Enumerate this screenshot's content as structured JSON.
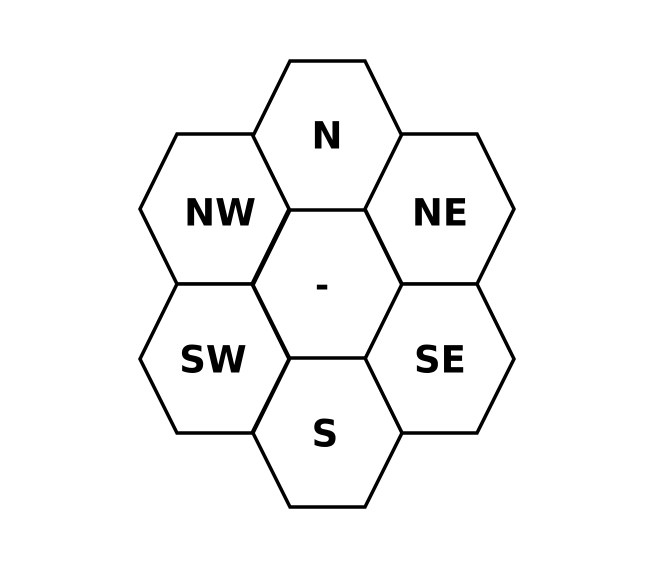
{
  "diagram": {
    "stroke_color": "#000000",
    "fill_color": "#ffffff",
    "cells": [
      {
        "id": "north",
        "label": "N"
      },
      {
        "id": "northwest",
        "label": "NW"
      },
      {
        "id": "northeast",
        "label": "NE"
      },
      {
        "id": "center",
        "label": "-"
      },
      {
        "id": "southwest",
        "label": "SW"
      },
      {
        "id": "southeast",
        "label": "SE"
      },
      {
        "id": "south",
        "label": "S"
      }
    ]
  }
}
